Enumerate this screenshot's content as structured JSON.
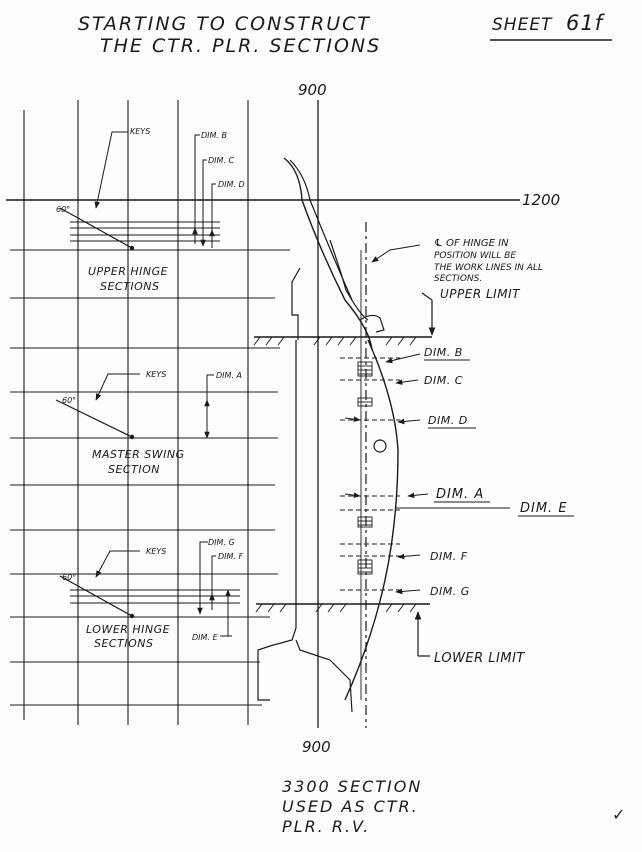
{
  "header": {
    "title_line1": "STARTING TO CONSTRUCT",
    "title_line2": "THE CTR. PLR. SECTIONS",
    "sheet_label": "SHEET",
    "sheet_number": "61f"
  },
  "coordinates": {
    "top_900": "900",
    "bottom_900": "900",
    "right_1200": "1200"
  },
  "upper_hinge": {
    "keys": "KEYS",
    "dim_b": "DIM. B",
    "dim_c": "DIM. C",
    "dim_d": "DIM. D",
    "angle": "60°",
    "label_line1": "UPPER HINGE",
    "label_line2": "SECTIONS"
  },
  "master_swing": {
    "keys": "KEYS",
    "dim_a": "DIM. A",
    "angle": "60°",
    "label_line1": "MASTER SWING",
    "label_line2": "SECTION"
  },
  "lower_hinge": {
    "keys": "KEYS",
    "dim_g": "DIM. G",
    "dim_f": "DIM. F",
    "dim_e": "DIM. E",
    "angle": "60°",
    "label_line1": "LOWER HINGE",
    "label_line2": "SECTIONS"
  },
  "main_section": {
    "hinge_note_line1": "℄ OF HINGE IN",
    "hinge_note_line2": "POSITION WILL BE",
    "hinge_note_line3": "THE WORK LINES IN ALL",
    "hinge_note_line4": "SECTIONS.",
    "upper_limit": "UPPER LIMIT",
    "lower_limit": "LOWER LIMIT",
    "dim_b": "DIM. B",
    "dim_c": "DIM. C",
    "dim_d": "DIM. D",
    "dim_a": "DIM. A",
    "dim_e": "DIM. E",
    "dim_f": "DIM. F",
    "dim_g": "DIM. G"
  },
  "footer": {
    "line1": "3300 SECTION",
    "line2": "USED AS CTR.",
    "line3": "PLR. R.V.",
    "checkmark": "✓"
  }
}
